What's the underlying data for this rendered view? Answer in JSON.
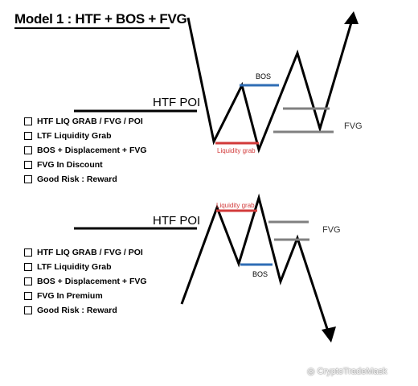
{
  "title": "Model 1 : HTF + BOS + FVG",
  "top": {
    "poi_label": "HTF POI",
    "bos_label": "BOS",
    "liquidity_label": "Liquidity grab",
    "fvg_label": "FVG",
    "checklist": [
      "HTF LIQ GRAB / FVG / POI",
      "LTF Liquidity Grab",
      "BOS + Displacement + FVG",
      "FVG In Discount",
      "Good Risk : Reward"
    ]
  },
  "bottom": {
    "poi_label": "HTF POI",
    "bos_label": "BOS",
    "liquidity_label": "Liquidity grab",
    "fvg_label": "FVG",
    "checklist": [
      "HTF LIQ GRAB / FVG / POI",
      "LTF Liquidity Grab",
      "BOS + Displacement + FVG",
      "FVG In Premium",
      "Good Risk : Reward"
    ]
  },
  "watermark": "CryptoTradeMask",
  "colors": {
    "line": "#000000",
    "bos": "#2f6db5",
    "liquidity": "#d23a3a",
    "fvg": "#808080"
  }
}
